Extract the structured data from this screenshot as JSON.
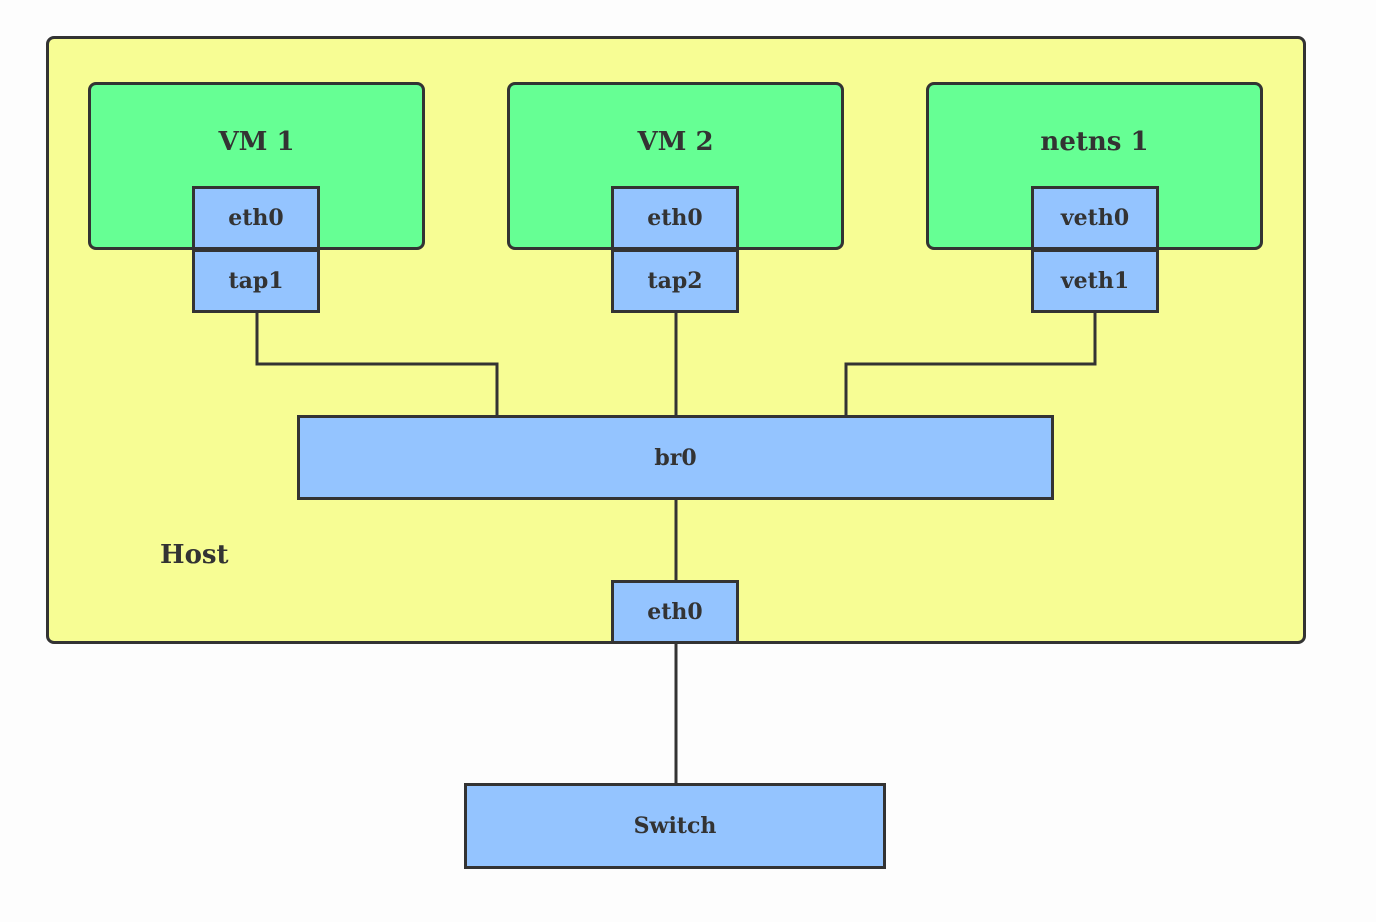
{
  "host": {
    "label": "Host",
    "bridge_label": "br0",
    "uplink_label": "eth0"
  },
  "guests": [
    {
      "title": "VM 1",
      "inner_iface": "eth0",
      "host_iface": "tap1"
    },
    {
      "title": "VM 2",
      "inner_iface": "eth0",
      "host_iface": "tap2"
    },
    {
      "title": "netns 1",
      "inner_iface": "veth0",
      "host_iface": "veth1"
    }
  ],
  "switch": {
    "label": "Switch"
  },
  "colors": {
    "host_fill": "#f7fd94",
    "guest_fill": "#66ff94",
    "interface_fill": "#94c4ff",
    "stroke": "#333333"
  }
}
